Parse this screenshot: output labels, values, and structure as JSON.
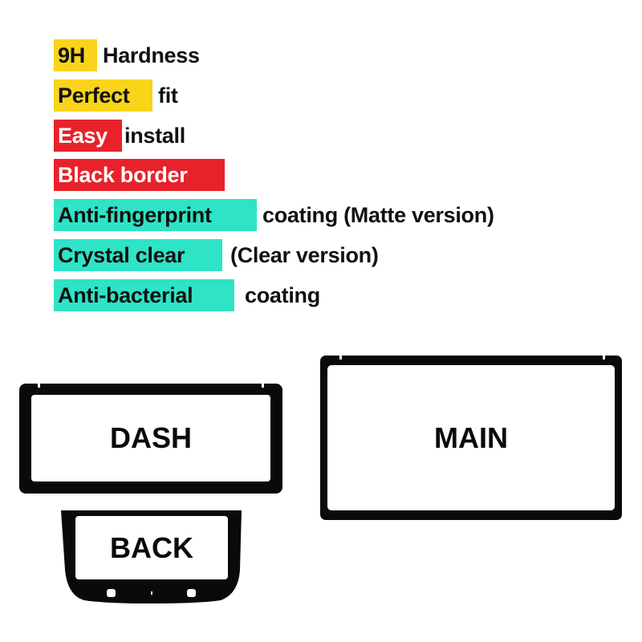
{
  "features": [
    {
      "highlight": "9H",
      "rest": "Hardness",
      "color": "#f8d41a"
    },
    {
      "highlight": "Perfect",
      "rest": "fit",
      "color": "#f8d41a"
    },
    {
      "highlight": "Easy",
      "rest": "install",
      "color": "#e8222b"
    },
    {
      "highlight": "Black border",
      "rest": "",
      "color": "#e8222b"
    },
    {
      "highlight": "Anti-fingerprint",
      "rest": "coating (Matte version)",
      "color": "#2ee3c6"
    },
    {
      "highlight": "Crystal clear",
      "rest": "(Clear version)",
      "color": "#2ee3c6"
    },
    {
      "highlight": "Anti-bacterial",
      "rest": "coating",
      "color": "#2ee3c6"
    }
  ],
  "screens": {
    "dash": "DASH",
    "main": "MAIN",
    "back": "BACK"
  }
}
